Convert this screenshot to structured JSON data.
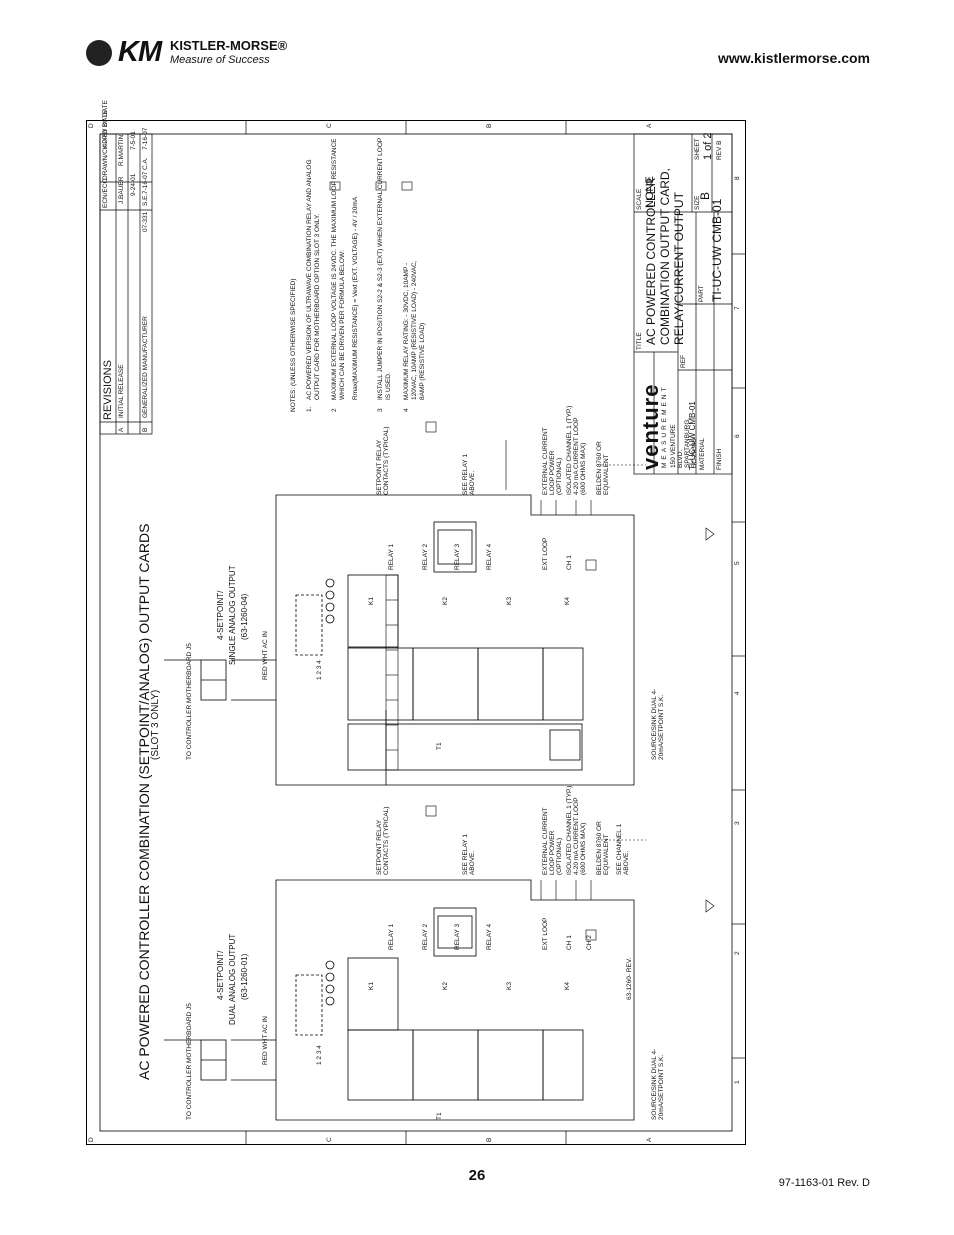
{
  "header": {
    "logo_initials": "KM",
    "brand": "KISTLER-MORSE®",
    "tagline": "Measure of Success",
    "url": "www.kistlermorse.com"
  },
  "drawing": {
    "title": "AC POWERED CONTROLLER COMBINATION (SETPOINT/ANALOG) OUTPUT CARDS",
    "subtitle": "(SLOT 3 ONLY)",
    "border_letters": [
      "D",
      "C",
      "B",
      "A"
    ],
    "border_numbers": [
      "1",
      "2",
      "3",
      "4",
      "5",
      "6",
      "7",
      "8"
    ],
    "revisions": {
      "heading": "REVISIONS",
      "col_ecn": "ECN/ECO",
      "col_drawn": "DRAWN/CK'D BY DATE",
      "col_appd": "APP'D BY DATE",
      "rows": [
        {
          "rev": "A",
          "desc": "INITIAL RELEASE",
          "ecn": "",
          "drawn": "J.BAUER",
          "drawn_date": "9-24-01",
          "appd": "R.MARTIN",
          "appd_date": "7-5-01"
        },
        {
          "rev": "B",
          "desc": "GENERALIZED MANUFACTURER",
          "ecn": "07-331",
          "drawn": "S.E.",
          "drawn_date": "7-16-07",
          "appd": "C.A.",
          "appd_date": "7-16-07"
        }
      ]
    },
    "notes": {
      "heading": "NOTES: (UNLESS OTHERWISE SPECIFIED)",
      "items": [
        {
          "num": "1.",
          "text": "AC POWERED VERSION OF ULTRAWAVE COMBINATION RELAY AND ANALOG OUTPUT CARD FOR MOTHERBOARD OPTION SLOT 3 ONLY."
        },
        {
          "num": "2",
          "text": "MAXIMUM EXTERNAL LOOP VOLTAGE IS 24VDC. THE MAXIMUM LOOP RESISTANCE WHICH CAN BE DRIVEN PER FORMULA BELOW:"
        },
        {
          "num": "",
          "text": "Rmax(MAXIMUM RESISTANCE) = Vext (EXT. VOLTAGE) - 4V / 20mA"
        },
        {
          "num": "3",
          "text": "INSTALL JUMPER IN POSITION S2-2 & S2-3 (EXT) WHEN EXTERNAL CURRENT LOOP IS USED."
        },
        {
          "num": "4",
          "text": "MAXIMUM RELAY RATING: - 30VDC, 10AMP - 120VAC, 10AMP (RESISTIVE LOAD) - 240VAC, 8AMP (RESISTIVE LOAD)"
        }
      ]
    },
    "card_dual": {
      "motherboard_label": "TO CONTROLLER MOTHERBOARD J5",
      "title_line1": "4-SETPOINT/",
      "title_line2": "DUAL ANALOG OUTPUT",
      "part": "(63-1260-01)",
      "relays": [
        "K1",
        "K2",
        "K3",
        "K4"
      ],
      "terminals": [
        "RELAY 1",
        "RELAY 2",
        "RELAY 3",
        "RELAY 4",
        "EXT LOOP",
        "CH 1",
        "CH 2"
      ],
      "ac_in": "RED WHT AC IN",
      "jumper_label": "SOURCE/SINK DUAL 4-20mA/SETPOINT S.K.",
      "board_ref": "63-1260- REV.",
      "t1": "T1",
      "leds": "1 2 3 4",
      "setpoint_callout": "SETPOINT RELAY CONTACTS (TYPICAL)",
      "see_relay": "SEE RELAY 1 ABOVE.",
      "ext_current": "EXTERNAL CURRENT LOOP POWER (OPTIONAL)",
      "isolated": "ISOLATED CHANNEL 1 (TYP.) 4-20 mA CURRENT LOOP (600 OHMS MAX)",
      "belden": "BELDEN 8760 OR EQUIVALENT",
      "see_channel": "SEE CHANNEL 1 ABOVE."
    },
    "card_single": {
      "motherboard_label": "TO CONTROLLER MOTHERBOARD J5",
      "title_line1": "4-SETPOINT/",
      "title_line2": "SINGLE ANALOG OUTPUT",
      "part": "(63-1260-04)"
    },
    "title_block": {
      "company": "venture",
      "measurement": "MEASUREMENT",
      "address": "150 VENTURE BLVD. SPARTANBURG, SC 29306",
      "title_label": "TITLE",
      "title_line1": "AC POWERED CONTROLLER",
      "title_line2": "COMBINATION OUTPUT CARD,",
      "title_line3": "RELAY/CURRENT OUTPUT",
      "file": "TI-UC-UW CMB-01",
      "part_no": "TI-UC-UW CMB-01",
      "scale_label": "SCALE",
      "scale": "NONE",
      "size_label": "SIZE",
      "size": "B",
      "sheet_label": "SHEET",
      "sheet": "1 of 2",
      "rev": "REV B",
      "material_label": "MATERIAL",
      "finish_label": "FINISH",
      "ref_label": "REF",
      "part_label": "PART"
    }
  },
  "footer": {
    "page_number": "26",
    "doc_number": "97-1163-01 Rev. D"
  }
}
